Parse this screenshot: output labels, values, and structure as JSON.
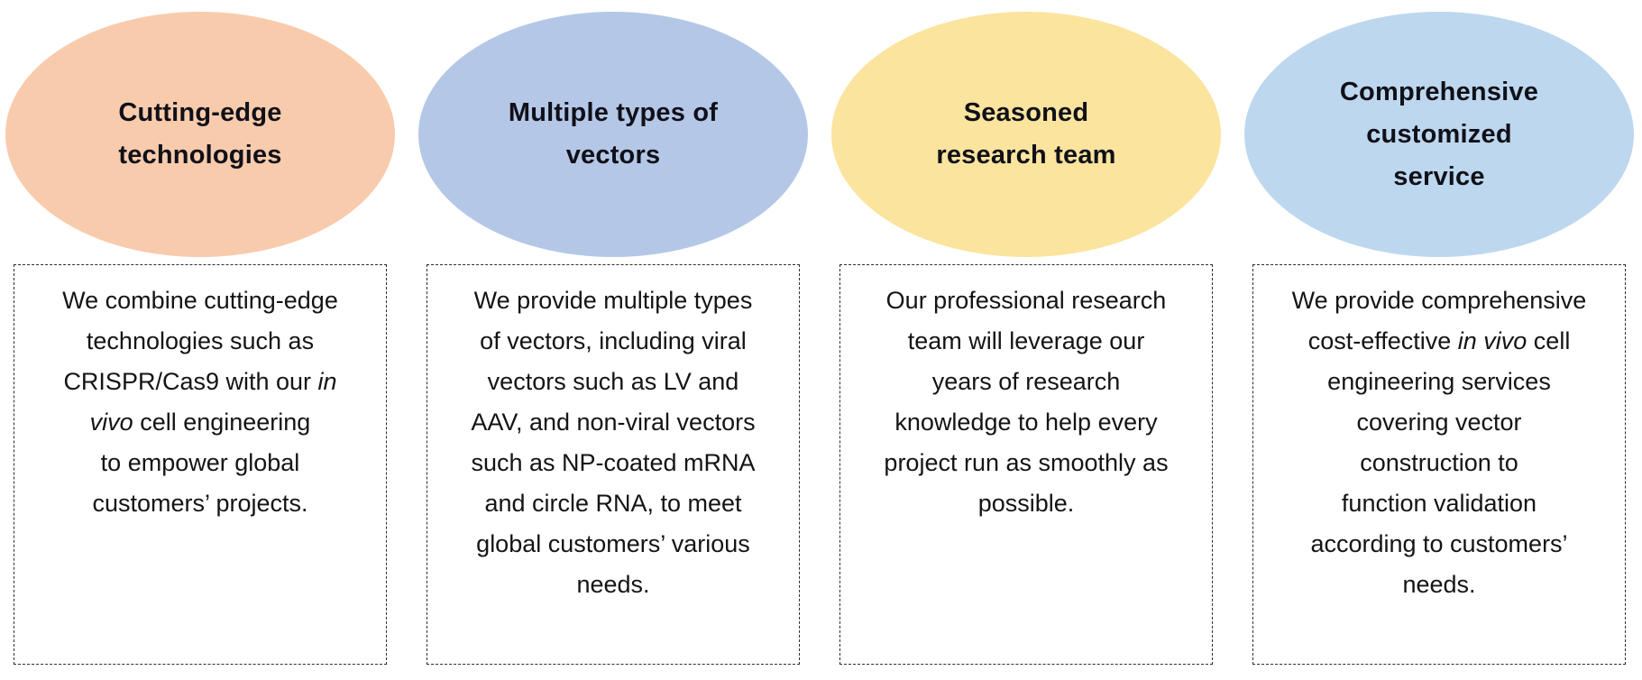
{
  "page": {
    "background_color": "#ffffff",
    "text_color": "#141414",
    "border_style": "thin black dash-dot rectangles",
    "description": "Four-column feature graphic: colored ellipse headers above dashed text boxes"
  },
  "columns": [
    {
      "id": "cutting-edge-technologies",
      "ellipse_color": "#F8CBAD",
      "title": "Cutting-edge technologies",
      "title_lines": [
        "Cutting-edge",
        "technologies"
      ],
      "body_text": "We combine cutting-edge technologies such as CRISPR/Cas9 with our in vivo cell engineering to empower global customers’ projects.",
      "body_html": "We combine cutting-edge<br>technologies such as<br>CRISPR/Cas9 with our <i>in</i><br><i>vivo</i> cell engineering<br>to empower global<br>customers’ projects."
    },
    {
      "id": "multiple-types-of-vectors",
      "ellipse_color": "#B4C7E7",
      "title": "Multiple types of vectors",
      "title_lines": [
        "Multiple types of",
        "vectors"
      ],
      "body_text": "We provide multiple types of vectors, including viral vectors such as LV and AAV, and non-viral vectors such as NP-coated mRNA and circle RNA, to meet global customers’ various needs.",
      "body_html": "We provide multiple types<br>of vectors, including viral<br>vectors such as LV and<br>AAV, and non-viral vectors<br>such as NP-coated mRNA<br>and circle RNA, to meet<br>global customers’ various<br>needs."
    },
    {
      "id": "seasoned-research-team",
      "ellipse_color": "#FBE49E",
      "title": "Seasoned research team",
      "title_lines": [
        "Seasoned",
        "research team"
      ],
      "body_text": "Our professional research team will leverage our years of research knowledge to help every project run as smoothly as possible.",
      "body_html": "Our professional research<br>team will leverage our<br>years of research<br>knowledge to help every<br>project run as smoothly as<br>possible."
    },
    {
      "id": "comprehensive-customized-service",
      "ellipse_color": "#BDD7EE",
      "title": "Comprehensive customized service",
      "title_lines": [
        "Comprehensive",
        "customized",
        "service"
      ],
      "body_text": "We provide comprehensive cost-effective in vivo cell engineering services covering vector construction to function validation according to customers’ needs.",
      "body_html": "We provide comprehensive<br>cost-effective <i>in vivo</i> cell<br>engineering services<br>covering vector<br>construction to<br>function validation<br>according to customers’<br>needs."
    }
  ]
}
